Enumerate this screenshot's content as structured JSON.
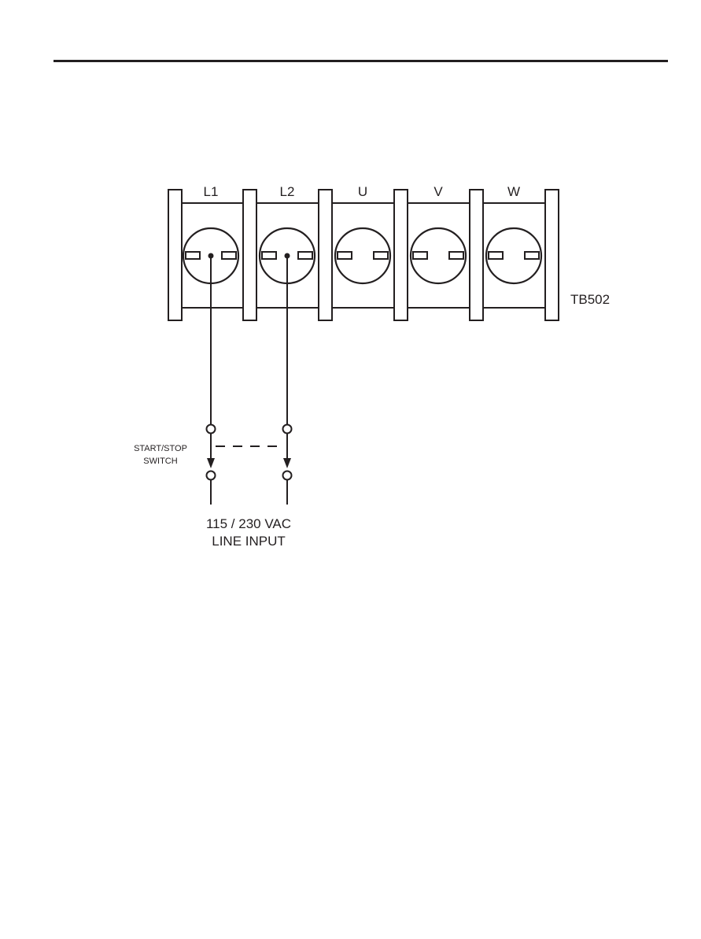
{
  "terminal_block": {
    "name": "TB502",
    "terminals": [
      {
        "label": "L1",
        "wired": true
      },
      {
        "label": "L2",
        "wired": true
      },
      {
        "label": "U",
        "wired": false
      },
      {
        "label": "V",
        "wired": false
      },
      {
        "label": "W",
        "wired": false
      }
    ]
  },
  "switch": {
    "label_line1": "START/STOP",
    "label_line2": "SWITCH"
  },
  "line_input": {
    "label_line1": "115 / 230 VAC",
    "label_line2": "LINE INPUT"
  },
  "colors": {
    "ink": "#231f20",
    "background": "#ffffff"
  }
}
